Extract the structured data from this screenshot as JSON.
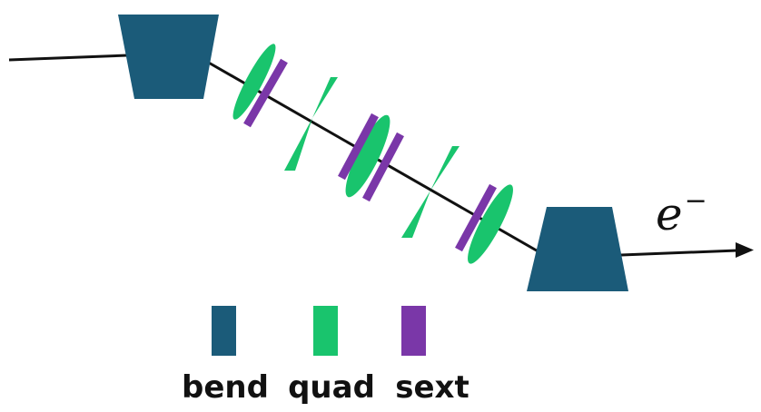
{
  "colors": {
    "bend": "#1b5b79",
    "quad": "#19c46d",
    "sext": "#7a37a8",
    "beam": "#111111",
    "background": "#ffffff"
  },
  "beam_label": {
    "base": "e",
    "superscript": "−"
  },
  "legend": [
    {
      "key": "bend",
      "label": "bend"
    },
    {
      "key": "quad",
      "label": "quad"
    },
    {
      "key": "sext",
      "label": "sext"
    }
  ]
}
